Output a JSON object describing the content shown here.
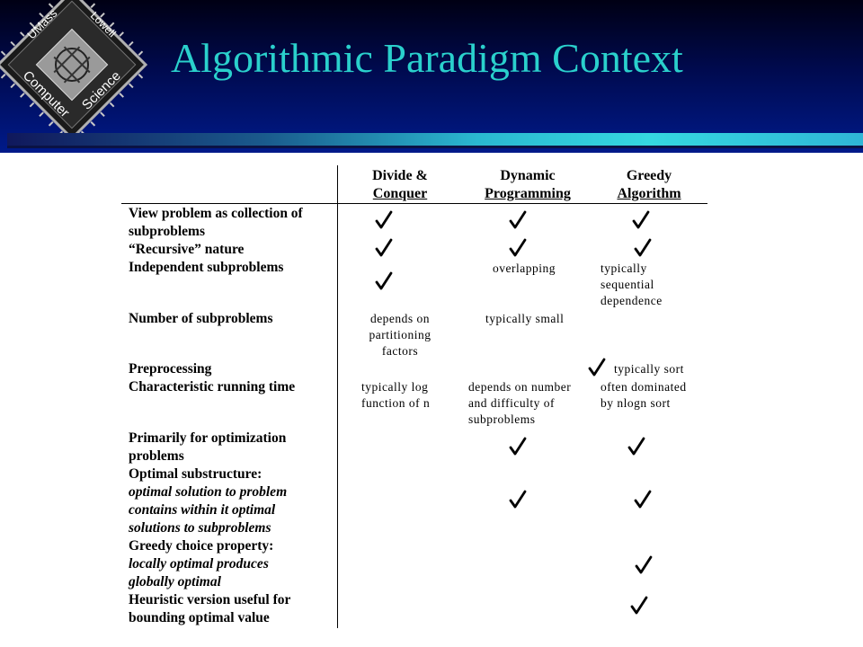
{
  "slide": {
    "title": "Algorithmic Paradigm Context"
  },
  "logo": {
    "top_left": "UMass",
    "top_right": "Lowell",
    "bottom_left": "Computer",
    "bottom_right": "Science"
  },
  "columns": [
    {
      "line1": "Divide &",
      "line2": "Conquer"
    },
    {
      "line1": "Dynamic",
      "line2": "Programming"
    },
    {
      "line1": "Greedy",
      "line2": "Algorithm"
    }
  ],
  "rows": {
    "view": [
      "View problem as collection of",
      "subproblems"
    ],
    "recursive": "“Recursive” nature",
    "independent": "Independent subproblems",
    "number": "Number of subproblems",
    "preprocessing": "Preprocessing",
    "running": "Characteristic running time",
    "primarily": [
      "Primarily for optimization",
      "problems"
    ],
    "optimal_head": "Optimal substructure:",
    "optimal_desc": [
      "optimal solution to problem",
      "contains within it optimal",
      "solutions to subproblems"
    ],
    "greedy_head": "Greedy choice property:",
    "greedy_desc": [
      "locally optimal produces",
      "globally optimal"
    ],
    "heuristic": [
      "Heuristic version useful for",
      "bounding optimal value"
    ]
  },
  "cells": {
    "overlapping": "overlapping",
    "sequential": [
      "typically",
      "sequential",
      "dependence"
    ],
    "depends_partitioning": [
      "depends on",
      "partitioning",
      "factors"
    ],
    "typically_small": "typically small",
    "typically_sort": "typically sort",
    "log_function": [
      "typically log",
      "function of n"
    ],
    "depends_number": [
      "depends on number",
      "and difficulty of",
      "subproblems"
    ],
    "dominated": [
      "often dominated",
      "by nlogn sort"
    ]
  }
}
